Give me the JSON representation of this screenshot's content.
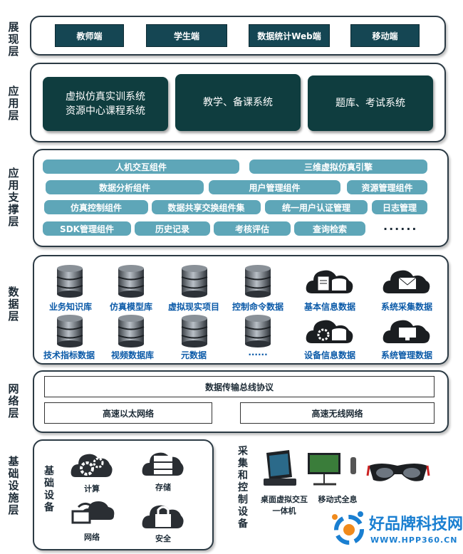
{
  "layers": {
    "presentation": "展现层",
    "application": "应用层",
    "app_support": "应用支撑层",
    "data": "数据层",
    "network": "网络层",
    "infrastructure": "基础设施层"
  },
  "presentation_items": [
    "教师端",
    "学生端",
    "数据统计Web端",
    "移动端"
  ],
  "application_items": {
    "box1_line1": "虚拟仿真实训系统",
    "box1_line2": "资源中心课程系统",
    "box2": "教学、备课系统",
    "box3": "题库、考试系统"
  },
  "support_rows": {
    "row1": [
      "人机交互组件",
      "三维虚拟仿真引擎"
    ],
    "row2": [
      "数据分析组件",
      "用户管理组件",
      "资源管理组件"
    ],
    "row3": [
      "仿真控制组件",
      "数据共享交换组件集",
      "统一用户认证管理",
      "日志管理"
    ],
    "row4": [
      "SDK管理组件",
      "历史记录",
      "考核评估",
      "查询检索"
    ],
    "more": "......"
  },
  "data_items": {
    "row1": [
      "业务知识库",
      "仿真模型库",
      "虚拟现实项目",
      "控制命令数据",
      "基本信息数据",
      "系统采集数据"
    ],
    "row2": [
      "技术指标数据",
      "视频数据库",
      "元数据",
      "......",
      "设备信息数据",
      "系统管理数据"
    ]
  },
  "network": {
    "bus": "数据传输总线协议",
    "ethernet": "高速以太网络",
    "wireless": "高速无线网络"
  },
  "infrastructure": {
    "basic_title": "基础设备",
    "basic_items": [
      "计算",
      "存储",
      "网络",
      "安全"
    ],
    "collect_title": "采集和控制设备",
    "device_labels": [
      "桌面虚拟交互一体机",
      "移动式全息"
    ]
  },
  "watermark": {
    "brand": "好品牌科技网",
    "url": "WWW.HPP360.CN"
  },
  "colors": {
    "nav_button": "#154653",
    "app_box": "#0f3d3f",
    "pill": "#5ea6b8",
    "data_label": "#0b5aa8",
    "watermark": "#1a7fd1"
  }
}
